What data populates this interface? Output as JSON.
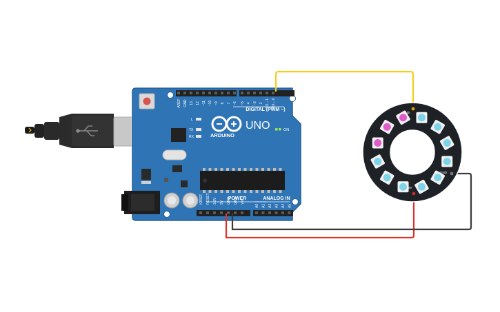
{
  "board": {
    "brand": "ARDUINO",
    "model": "UNO",
    "digital_header": "DIGITAL (PWM ~)",
    "power_header": "POWER",
    "analog_header": "ANALOG IN",
    "on_label": "ON",
    "led_labels": [
      "L",
      "TX",
      "RX"
    ],
    "digital_pins": [
      "AREF",
      "GND",
      "13",
      "12",
      "~11",
      "~10",
      "~9",
      "8",
      "7",
      "~6",
      "~5",
      "4",
      "~3",
      "2",
      "TX→1",
      "RX←0"
    ],
    "power_pins": [
      "IOREF",
      "RESET",
      "3.3V",
      "5V",
      "GND",
      "GND",
      "Vin"
    ],
    "analog_pins": [
      "A0",
      "A1",
      "A2",
      "A3",
      "A4",
      "A5"
    ]
  },
  "ring": {
    "pixel_count": 12,
    "pin_labels": [
      "DI",
      "5V",
      "GND"
    ],
    "colors": [
      "#7fd3e8",
      "#7fd3e8",
      "#7fd3e8",
      "#7fd3e8",
      "#7fd3e8",
      "#7fd3e8",
      "#7fd3e8",
      "#7fd3e8",
      "#7fd3e8",
      "#e25bcb",
      "#e25bcb",
      "#e25bcb"
    ]
  },
  "wires": {
    "signal": {
      "color": "#f4cf1c"
    },
    "power": {
      "color": "#e0302a"
    },
    "ground": {
      "color": "#3a3a3a"
    }
  },
  "colors": {
    "board": "#2f74b5",
    "board_edge": "#255f95",
    "ring": "#1e2227"
  }
}
